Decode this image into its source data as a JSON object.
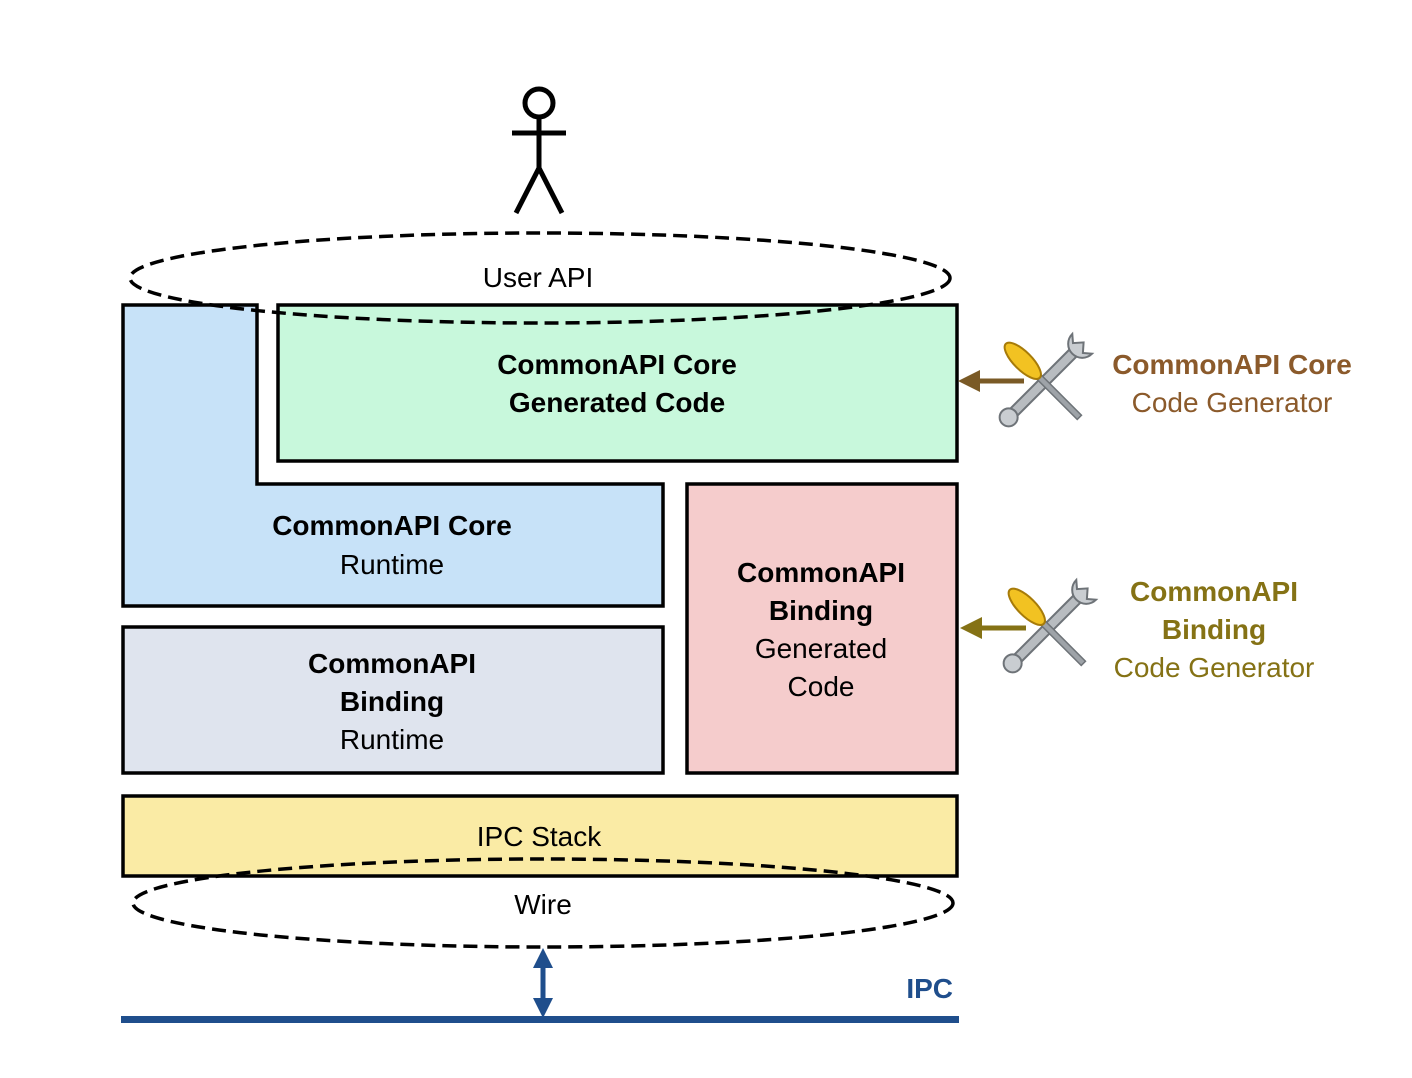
{
  "user_api": {
    "label": "User API"
  },
  "core_generated": {
    "line1": "CommonAPI Core",
    "line2": "Generated Code"
  },
  "core_runtime": {
    "line1": "CommonAPI Core",
    "line2": "Runtime"
  },
  "binding_runtime": {
    "line1": "CommonAPI",
    "line2": "Binding",
    "line3": "Runtime"
  },
  "binding_generated": {
    "line1": "CommonAPI",
    "line2": "Binding",
    "line3": "Generated",
    "line4": "Code"
  },
  "ipc_stack": {
    "label": "IPC Stack"
  },
  "wire": {
    "label": "Wire"
  },
  "ipc": {
    "label": "IPC"
  },
  "core_generator": {
    "line1": "CommonAPI Core",
    "line2": "Code Generator"
  },
  "binding_generator": {
    "line1": "CommonAPI",
    "line2": "Binding",
    "line3": "Code Generator"
  },
  "colors": {
    "core_generated_fill": "#c8f8dc",
    "core_runtime_fill": "#c7e2f8",
    "binding_runtime_fill": "#dfe4ee",
    "binding_generated_fill": "#f5cccc",
    "ipc_stack_fill": "#faeba5",
    "ipc_line": "#1f4e8c",
    "core_generator_text": "#8b5a2b",
    "binding_generator_text": "#857215"
  }
}
